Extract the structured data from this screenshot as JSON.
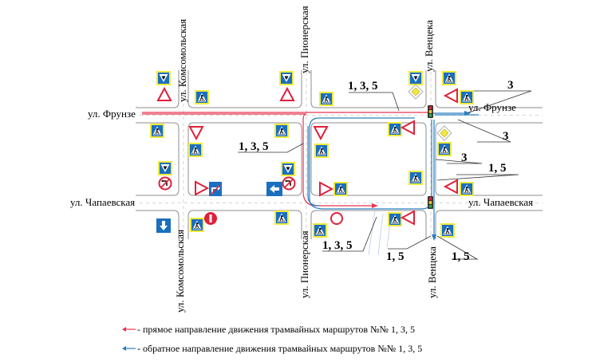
{
  "streets": {
    "frunze_left": "ул. Фрунзе",
    "frunze_right": "ул. Фрунзе",
    "chapaevskaya_left": "ул. Чапаевская",
    "chapaevskaya_right": "ул. Чапаевская",
    "komsomolskaya_top": "ул. Комсомольская",
    "komsomolskaya_bottom": "ул. Комсомольская",
    "pionerskaya_top": "ул. Пионерская",
    "pionerskaya_bottom": "ул. Пионерская",
    "venceka_top": "ул. Венцека",
    "venceka_bottom": "ул. Венцека"
  },
  "route_labels": {
    "top_mid": "1, 3, 5",
    "left_mid": "1, 3, 5",
    "bottom_mid": "1, 3, 5",
    "right_3_a": "3",
    "right_3_b": "3",
    "right_3_c": "3",
    "right_15_a": "1, 5",
    "right_15_b": "1, 5",
    "right_15_c": "1, 5"
  },
  "legend": {
    "forward": "- прямое направление движения трамвайных маршрутов №№ 1, 3, 5",
    "reverse": "- обратное направление движения трамвайных маршрутов №№ 1, 3, 5"
  },
  "colors": {
    "forward_line": "#e8344e",
    "reverse_line": "#2a7fc0",
    "sign_bg": "#1a6fbf",
    "sign_yellow": "#f2ea3a",
    "road": "#9a9a9a"
  },
  "icons": {
    "crosswalk": "pedestrian-crossing-icon",
    "yield": "yield-sign-icon",
    "priority": "priority-road-icon",
    "no_entry": "no-entry-icon",
    "no_turn": "no-left-turn-icon",
    "traffic_light": "traffic-light-icon"
  }
}
